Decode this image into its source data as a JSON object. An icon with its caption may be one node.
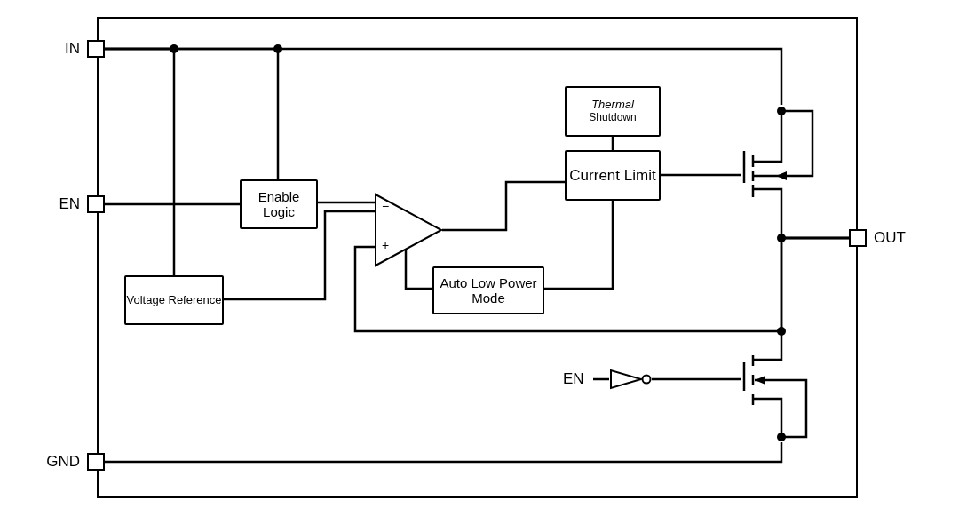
{
  "diagram": {
    "nodes": [
      {
        "text": [
          "IN"
        ]
      },
      {
        "text": [
          "EN"
        ]
      },
      {
        "text": [
          "GND"
        ]
      },
      {
        "text": [
          "OUT"
        ]
      },
      {
        "text": [
          "Enable Logic"
        ]
      },
      {
        "text": [
          "Voltage Reference"
        ]
      },
      {
        "text": [
          "Thermal",
          "Shutdown"
        ]
      },
      {
        "text": [
          "Current Limit"
        ]
      },
      {
        "text": [
          "Auto Low Power Mode"
        ]
      },
      {
        "text": [
          "−",
          "+"
        ]
      },
      {
        "text": [],
        "shape": "transistor"
      },
      {
        "text": [],
        "shape": "transistor"
      },
      {
        "text": [],
        "shape": "triangle"
      },
      {
        "text": [
          "EN"
        ]
      }
    ],
    "edges": [
      {
        "from": 0,
        "to": 5,
        "arrow": "none"
      },
      {
        "from": 0,
        "to": 4,
        "arrow": "none"
      },
      {
        "from": 0,
        "to": 10,
        "arrow": "none"
      },
      {
        "from": 1,
        "to": 4,
        "arrow": "none"
      },
      {
        "from": 4,
        "to": 9,
        "arrow": "none"
      },
      {
        "from": 5,
        "to": 9,
        "arrow": "none"
      },
      {
        "from": 9,
        "to": 7,
        "arrow": "none"
      },
      {
        "from": 6,
        "to": 7,
        "arrow": "none"
      },
      {
        "from": 7,
        "to": 10,
        "arrow": "none"
      },
      {
        "from": 7,
        "to": 8,
        "arrow": "none"
      },
      {
        "from": 8,
        "to": 9,
        "arrow": "none"
      },
      {
        "from": 10,
        "to": 3,
        "arrow": "none"
      },
      {
        "from": 3,
        "to": 9,
        "arrow": "none"
      },
      {
        "from": 3,
        "to": 11,
        "arrow": "none"
      },
      {
        "from": 13,
        "to": 12,
        "arrow": "none"
      },
      {
        "from": 12,
        "to": 11,
        "arrow": "none"
      },
      {
        "from": 11,
        "to": 2,
        "arrow": "none"
      }
    ]
  }
}
